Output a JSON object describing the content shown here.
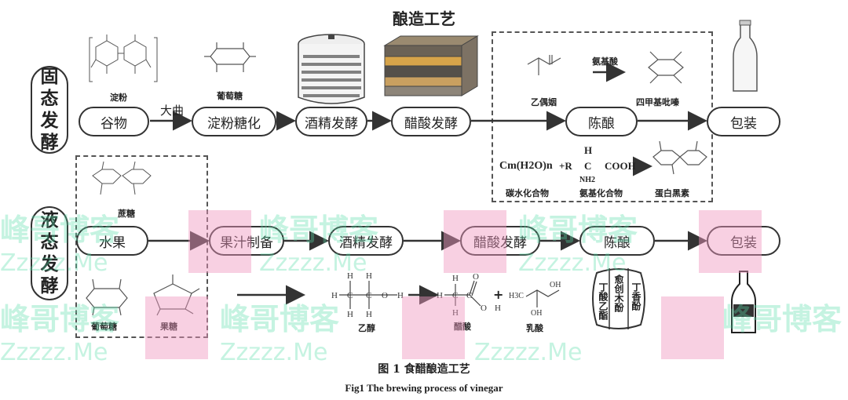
{
  "title": "酿造工艺",
  "solid": {
    "label_chars": [
      "固",
      "态",
      "发",
      "酵"
    ],
    "steps": [
      "谷物",
      "淀粉糖化",
      "酒精发酵",
      "醋酸发酵",
      "陈酿",
      "包装"
    ],
    "arrow_label": "大曲",
    "labels": {
      "starch": "淀粉",
      "glucose": "葡萄糖",
      "acetoin": "乙偶姻",
      "amino_acid": "氨基酸",
      "tmp": "四甲基吡嗪",
      "carbohydrate": "碳水化合物",
      "amino_compound": "氨基化合物",
      "melanoidin": "蛋白黑素"
    },
    "formula_left": "Cm(H2O)n",
    "formula_plus": "+R",
    "formula_cooh": "COOH",
    "formula_h": "H",
    "formula_c": "C",
    "formula_nh2": "NH2"
  },
  "liquid": {
    "label_chars": [
      "液",
      "态",
      "发",
      "酵"
    ],
    "steps": [
      "水果",
      "果汁制备",
      "酒精发酵",
      "醋酸发酵",
      "陈酿",
      "包装"
    ],
    "labels": {
      "sucrose": "蔗糖",
      "glucose": "葡萄糖",
      "fructose": "果糖",
      "ethanol": "乙醇",
      "acetic_acid": "醋酸",
      "lactic_acid": "乳酸",
      "plus": "+"
    },
    "barrel_words": [
      "愈创木酚",
      "丁酸乙酯",
      "丁香酚"
    ]
  },
  "watermarks": [
    "峰哥博客",
    "Zzzzz.Me"
  ],
  "caption_cn": "图 1   食醋酿造工艺",
  "caption_en": "Fig1 The brewing process of vinegar"
}
